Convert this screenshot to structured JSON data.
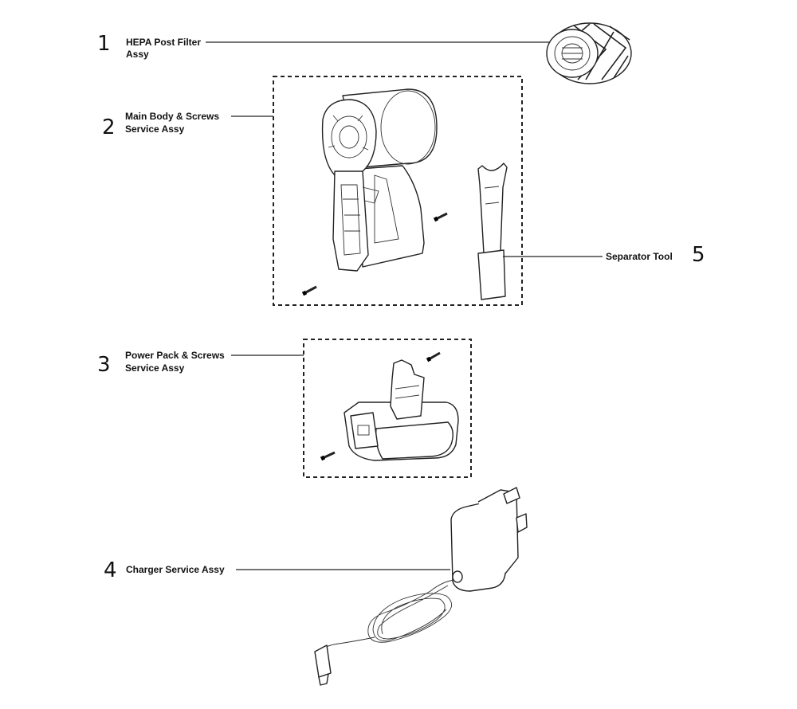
{
  "callouts": [
    {
      "number": "1",
      "label_lines": [
        "HEPA Post Filter",
        "Assy"
      ]
    },
    {
      "number": "2",
      "label_lines": [
        "Main Body & Screws",
        "Service Assy"
      ]
    },
    {
      "number": "3",
      "label_lines": [
        "Power Pack & Screws",
        "Service Assy"
      ]
    },
    {
      "number": "4",
      "label_lines": [
        "Charger Service Assy"
      ]
    },
    {
      "number": "5",
      "label_lines": [
        "Separator Tool"
      ]
    }
  ]
}
